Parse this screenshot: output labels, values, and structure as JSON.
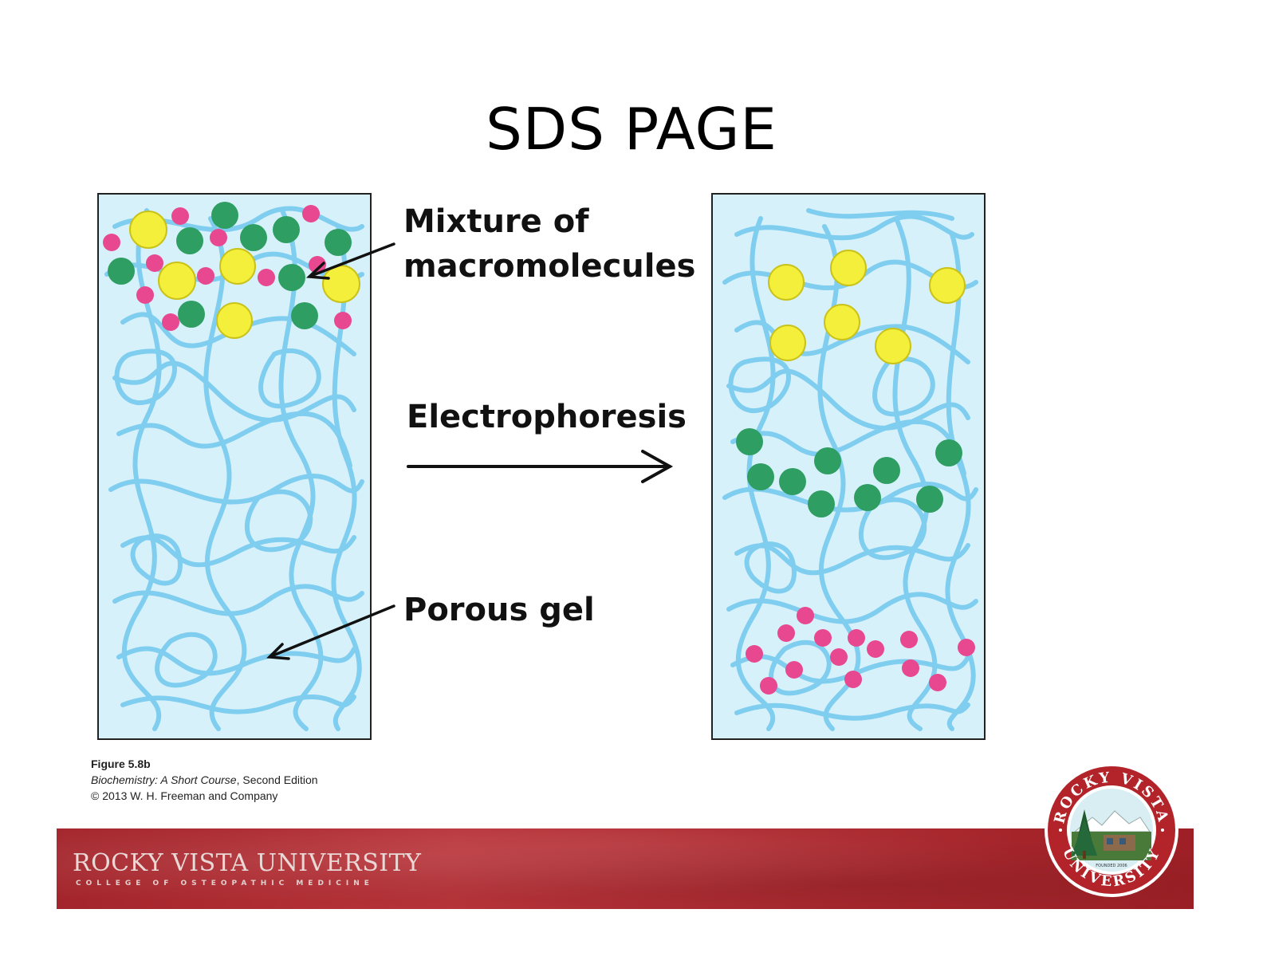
{
  "title": "SDS PAGE",
  "labels": {
    "mixture_line1": "Mixture of",
    "mixture_line2": "macromolecules",
    "electrophoresis": "Electrophoresis",
    "porous_gel": "Porous gel"
  },
  "caption": {
    "figure": "Figure 5.8b",
    "book_title": "Biochemistry: A Short Course",
    "book_edition": ", Second Edition",
    "copyright": "© 2013 W. H. Freeman and Company"
  },
  "footer": {
    "university_name": "ROCKY VISTA UNIVERSITY",
    "college": "COLLEGE OF OSTEOPATHIC MEDICINE"
  },
  "seal": {
    "top_text": "ROCKY VISTA",
    "bottom_text": "UNIVERSITY",
    "founded": "FOUNDED 2006"
  },
  "colors": {
    "gel_background": "#d7f1fb",
    "gel_fiber": "#7fcdef",
    "large_molecule": "#f3ef3a",
    "medium_molecule": "#2e9e62",
    "small_molecule": "#e8488f",
    "footer_red": "#a82a30"
  }
}
